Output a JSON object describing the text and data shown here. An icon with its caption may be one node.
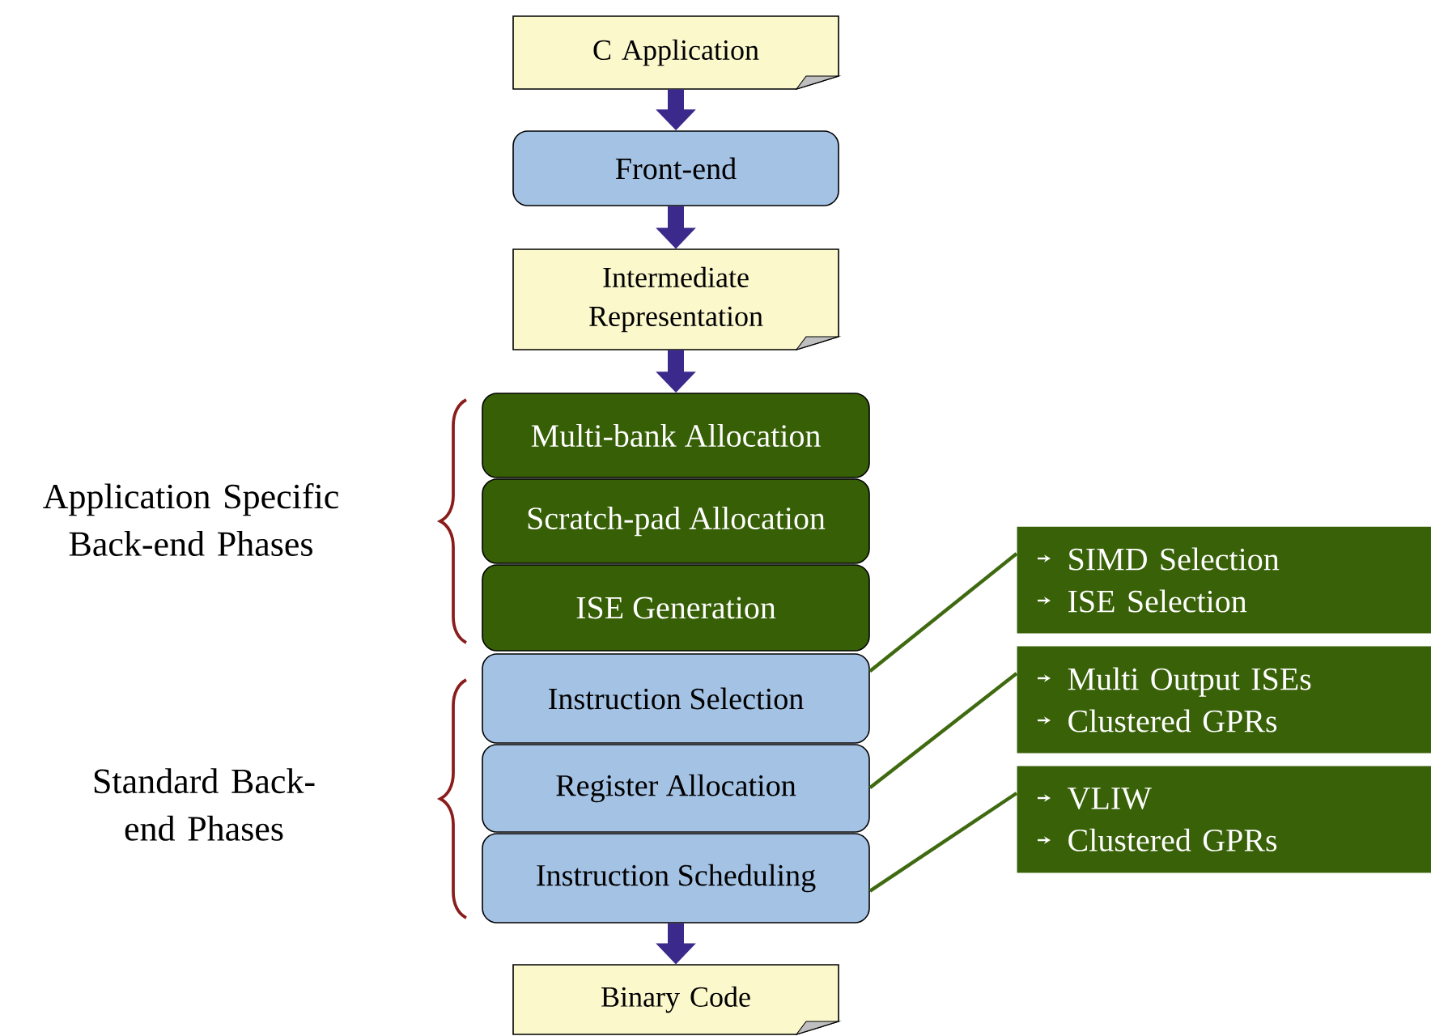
{
  "diagram": {
    "nodes": [
      {
        "text": [
          "C Application"
        ]
      },
      {
        "text": [
          "Front-end"
        ]
      },
      {
        "text": [
          "Intermediate Representation"
        ]
      },
      {
        "text": [
          "Multi-bank Allocation"
        ]
      },
      {
        "text": [
          "Scratch-pad Allocation"
        ]
      },
      {
        "text": [
          "ISE Generation"
        ]
      },
      {
        "text": [
          "Instruction Selection"
        ]
      },
      {
        "text": [
          "Register Allocation"
        ]
      },
      {
        "text": [
          "Instruction Scheduling"
        ]
      },
      {
        "text": [
          "Binary Code"
        ]
      },
      {
        "text": [
          "SIMD Selection",
          "ISE Selection"
        ]
      },
      {
        "text": [
          "Multi Output ISEs",
          "Clustered GPRs"
        ]
      },
      {
        "text": [
          "VLIW",
          "Clustered GPRs"
        ]
      }
    ],
    "edges": [
      {
        "from": 0,
        "to": 1,
        "arrow": "to"
      },
      {
        "from": 1,
        "to": 2,
        "arrow": "to"
      },
      {
        "from": 2,
        "to": 3,
        "arrow": "to"
      },
      {
        "from": 8,
        "to": 9,
        "arrow": "to"
      },
      {
        "from": 10,
        "to": 6,
        "arrow": "none",
        "color": "#3f6a10"
      },
      {
        "from": 11,
        "to": 7,
        "arrow": "none",
        "color": "#3f6a10"
      },
      {
        "from": 12,
        "to": 8,
        "arrow": "none",
        "color": "#3f6a10"
      }
    ],
    "labels": [
      "Application Specific Back-end Phases",
      "Standard Back-end Phases"
    ]
  }
}
